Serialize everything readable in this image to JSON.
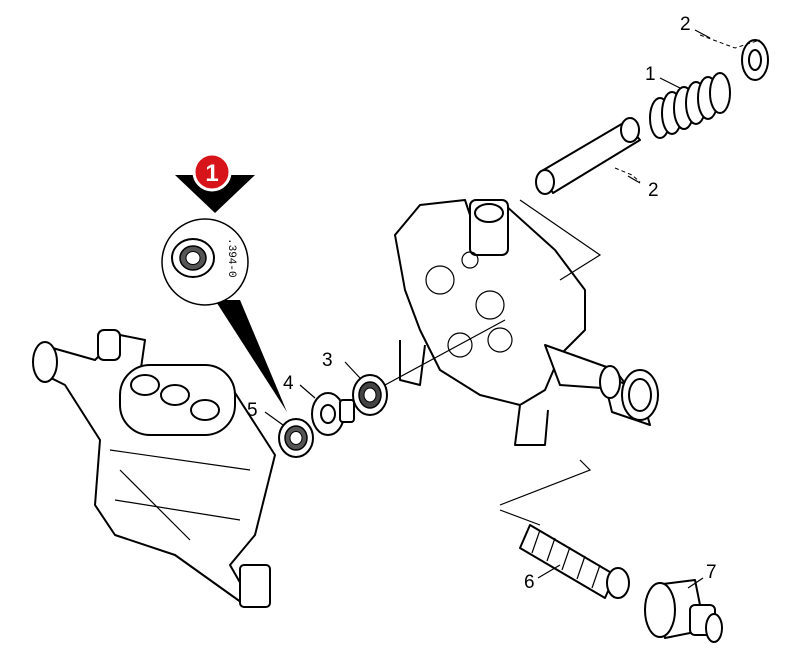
{
  "diagram": {
    "badge": {
      "number": "1",
      "color": "#d7141a",
      "icon": "callout-badge-icon"
    },
    "detail_code": ".394-0",
    "callouts": [
      {
        "id": "spring",
        "text": "1"
      },
      {
        "id": "retainer-a",
        "text": "2"
      },
      {
        "id": "retainer-b",
        "text": "2"
      },
      {
        "id": "seal-ring",
        "text": "3"
      },
      {
        "id": "bushing",
        "text": "4"
      },
      {
        "id": "gasket",
        "text": "5"
      },
      {
        "id": "filter",
        "text": "6"
      },
      {
        "id": "connector",
        "text": "7"
      }
    ]
  }
}
